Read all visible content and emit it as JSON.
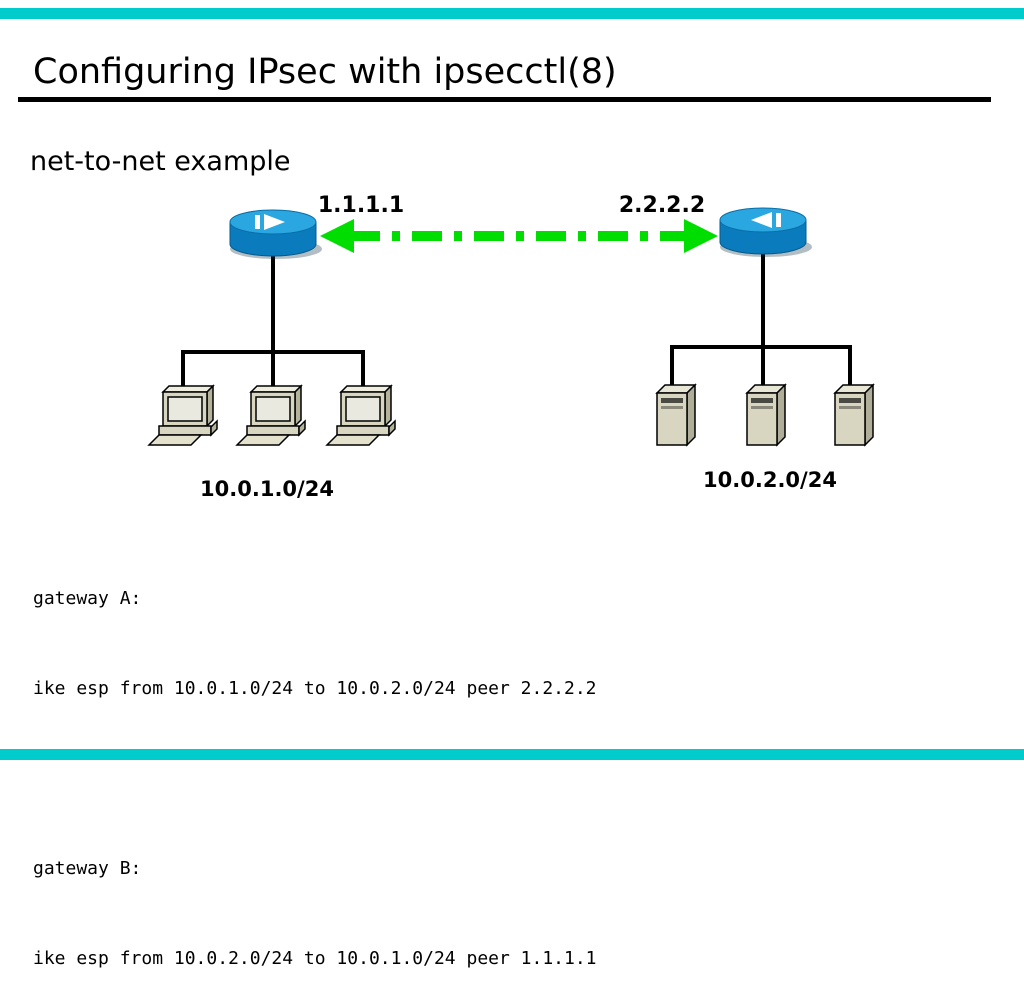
{
  "theme": {
    "accent_bar_color": "#00cccc",
    "tunnel_color": "#00dd00",
    "router_body_color": "#0a7cbe",
    "router_top_color": "#2aa6e0",
    "hardware_beige": "#d8d6c0",
    "line_color": "#000000"
  },
  "icons": {
    "router": "cisco-router-cylinder-with-white-arrows",
    "workstation": "beige-desktop-computer",
    "server": "beige-tower-server",
    "tunnel": "green-dash-dot-double-headed-arrow"
  },
  "slide": {
    "title": "Configuring IPsec with ipsecctl(8)",
    "subtitle": "net-to-net example"
  },
  "diagram": {
    "gateway_a": {
      "ip": "1.1.1.1",
      "subnet": "10.0.1.0/24"
    },
    "gateway_b": {
      "ip": "2.2.2.2",
      "subnet": "10.0.2.0/24"
    }
  },
  "config": {
    "gateway_a_label": "gateway A:",
    "gateway_a_rule": "ike esp from 10.0.1.0/24 to 10.0.2.0/24 peer 2.2.2.2",
    "gateway_b_label": "gateway B:",
    "gateway_b_rule": "ike esp from 10.0.2.0/24 to 10.0.1.0/24 peer 1.1.1.1"
  }
}
